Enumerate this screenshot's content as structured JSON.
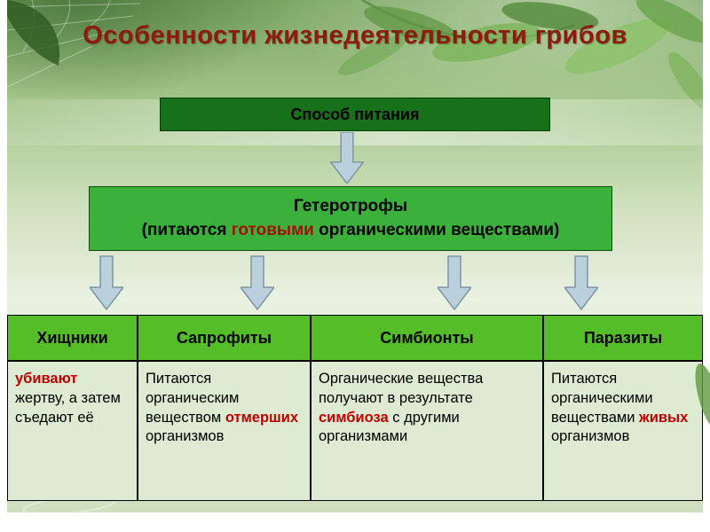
{
  "slide": {
    "title": "Особенности жизнедеятельности грибов",
    "top_box": {
      "label": "Способ питания"
    },
    "middle_box": {
      "title": "Гетеротрофы",
      "subtitle_pre": "(питаются ",
      "subtitle_highlight": "готовыми",
      "subtitle_post": " органическими веществами)"
    },
    "table": {
      "headers": [
        "Хищники",
        "Сапрофиты",
        "Симбионты",
        "Паразиты"
      ],
      "cells": [
        {
          "pre": "",
          "red": "убивают",
          "post": " жертву, а затем съедают её"
        },
        {
          "pre": "Питаются органическим веществом ",
          "red": "отмерших",
          "post": " организмов"
        },
        {
          "pre": "Органические вещества получают в результате ",
          "red": "симбиоза",
          "post": " с другими организмами"
        },
        {
          "pre": "Питаются органическими веществами ",
          "red": "живых",
          "post": " организмов"
        }
      ]
    },
    "colors": {
      "title_text": "#8e1b10",
      "top_box_bg": "#17701a",
      "middle_box_bg": "#3bb03b",
      "table_header_bg": "#55bd28",
      "table_body_bg": "#dcebd2",
      "highlight_text": "#c00000",
      "arrow_fill": "#bad0dc"
    },
    "icons": {
      "arrow": "down-arrow-icon",
      "decorations": [
        "spiderweb-decoration",
        "leaf-decoration"
      ]
    }
  }
}
